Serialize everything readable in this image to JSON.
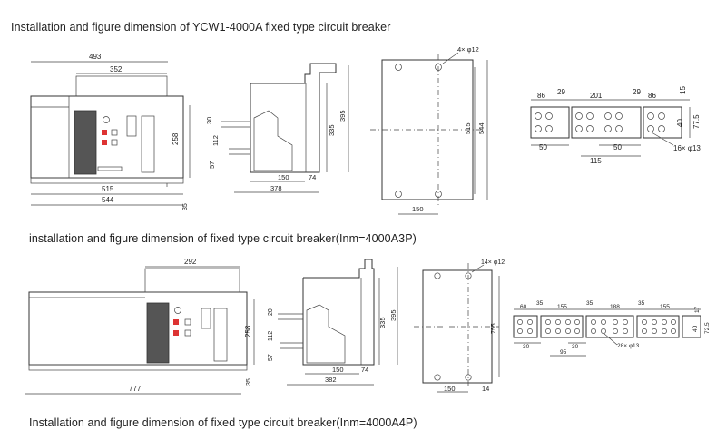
{
  "captions": {
    "top": "Installation  and figure dimension of YCW1-4000A fixed type circuit breaker",
    "middle": "installation  and figure dimension of fixed type circuit breaker(Inm=4000A3P)",
    "bottom": "Installation  and figure dimension of fixed type circuit breaker(Inm=4000A4P)"
  },
  "top_row": {
    "front": {
      "w1": "493",
      "w2": "352",
      "h1": "258",
      "w3": "515",
      "w4": "544",
      "h2": "35"
    },
    "side": {
      "a": "30",
      "b": "112",
      "c": "57",
      "h1": "335",
      "h2": "395",
      "d1": "150",
      "d2": "74",
      "d3": "378"
    },
    "mount": {
      "holes": "4× φ12",
      "h1": "515",
      "h2": "544",
      "w": "150"
    },
    "busbar": {
      "d1": "86",
      "d2": "29",
      "d3": "201",
      "d4": "29",
      "d5": "86",
      "d6": "15",
      "d7": "40",
      "d8": "77.5",
      "d9": "50",
      "d10": "50",
      "d11": "115",
      "holes": "16× φ13"
    }
  },
  "bottom_row": {
    "front": {
      "w1": "292",
      "h1": "258",
      "h2": "35",
      "w2": "777"
    },
    "side": {
      "a": "20",
      "b": "112",
      "c": "57",
      "h1": "335",
      "h2": "395",
      "d1": "150",
      "d2": "74",
      "d3": "382"
    },
    "mount": {
      "holes": "14× φ12",
      "h": "755",
      "w1": "150",
      "w2": "14"
    },
    "busbar": {
      "d1": "60",
      "d2": "35",
      "d3": "155",
      "d4": "35",
      "d5": "188",
      "d6": "35",
      "d7": "155",
      "d8": "17",
      "d9": "40",
      "d10": "72.5",
      "d11": "30",
      "d12": "30",
      "d13": "95",
      "holes": "28× φ13"
    }
  }
}
